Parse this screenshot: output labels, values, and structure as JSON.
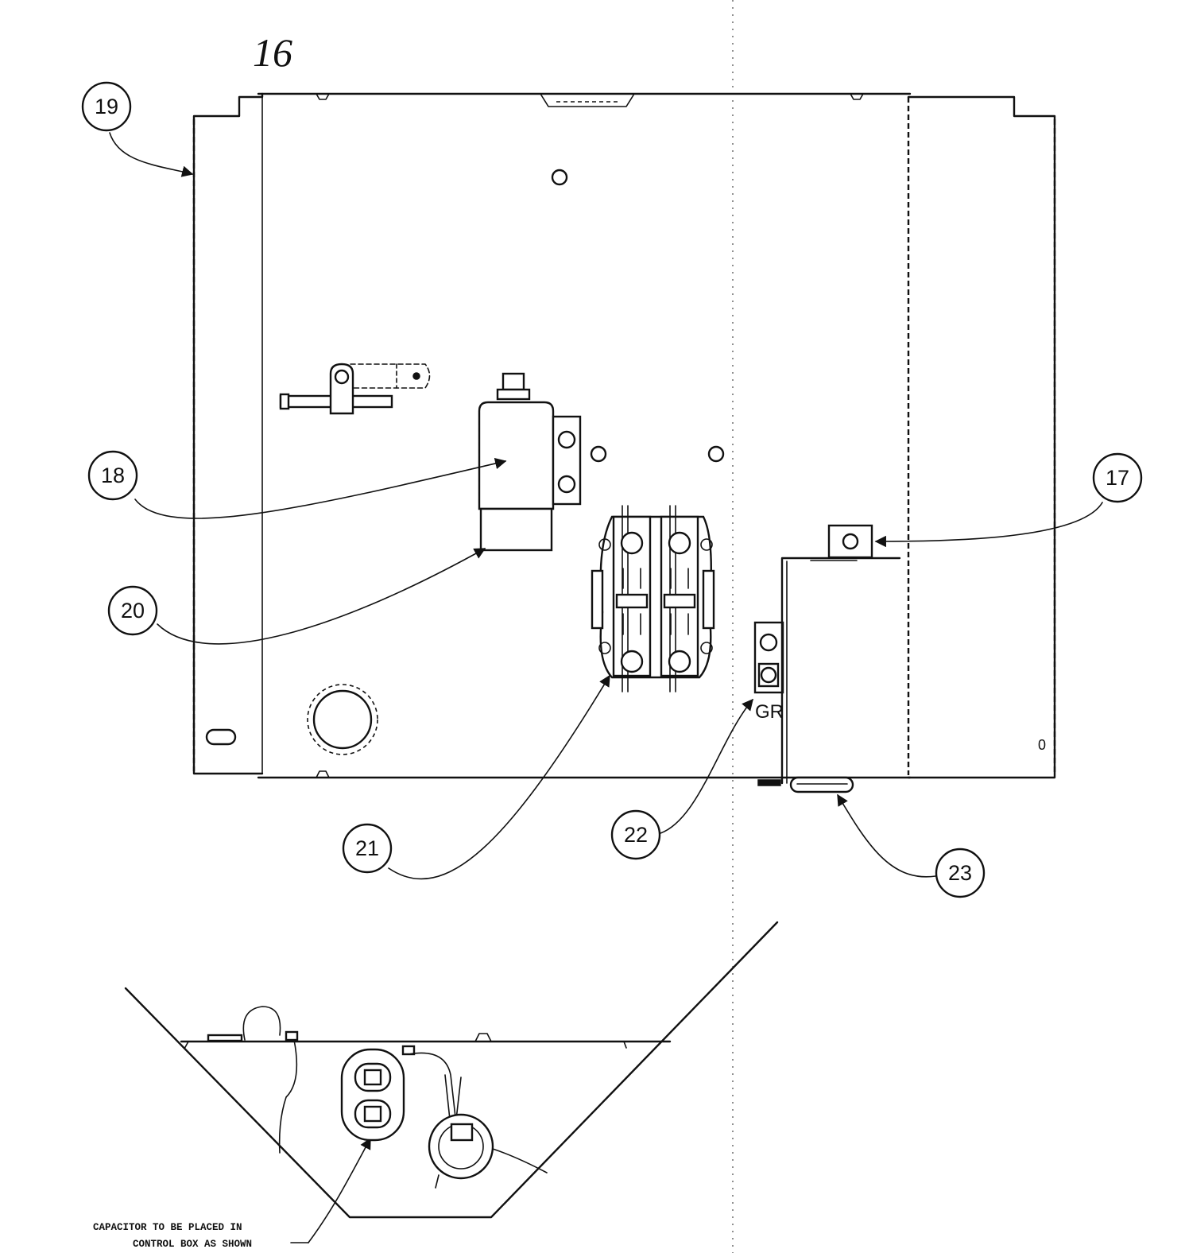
{
  "drawing": {
    "figure_number": "16",
    "callouts": [
      {
        "id": "17",
        "label": "17"
      },
      {
        "id": "18",
        "label": "18"
      },
      {
        "id": "19",
        "label": "19"
      },
      {
        "id": "20",
        "label": "20"
      },
      {
        "id": "21",
        "label": "21"
      },
      {
        "id": "22",
        "label": "22"
      },
      {
        "id": "23",
        "label": "23"
      }
    ],
    "ground_terminal_label": "GR",
    "panel_mark": "0",
    "note": {
      "line1": "CAPACITOR TO BE PLACED IN",
      "line2": "CONTROL BOX AS SHOWN"
    }
  }
}
